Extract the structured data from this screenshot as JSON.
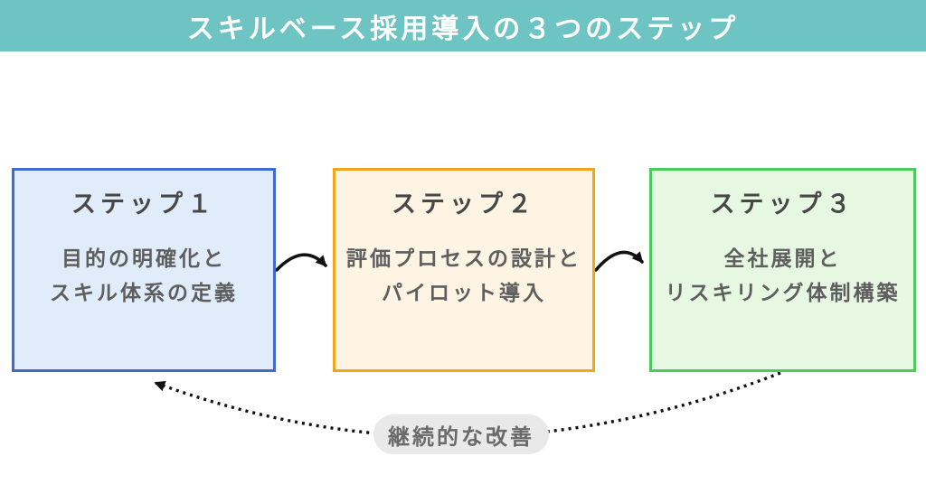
{
  "header": {
    "title": "スキルベース採用導入の３つのステップ",
    "bg": "#6ec4c2",
    "text_color": "#ffffff"
  },
  "steps": [
    {
      "title": "ステップ１",
      "lines": [
        "目的の明確化と",
        "スキル体系の定義"
      ],
      "border_color": "#4169d2",
      "fill_color": "#e1ecfa"
    },
    {
      "title": "ステップ２",
      "lines": [
        "評価プロセスの設計と",
        "パイロット導入"
      ],
      "border_color": "#f3a41a",
      "fill_color": "#fdf4e3"
    },
    {
      "title": "ステップ３",
      "lines": [
        "全社展開と",
        "リスキリング体制構築"
      ],
      "border_color": "#4dca5e",
      "fill_color": "#e7f8e2"
    }
  ],
  "feedback": {
    "label": "継続的な改善",
    "bg": "#e9e9e9",
    "text_color": "#6a6a6a"
  },
  "colors": {
    "arrow": "#111111",
    "title_text": "#474747",
    "body_text": "#5e5e5e",
    "background": "#ffffff"
  }
}
